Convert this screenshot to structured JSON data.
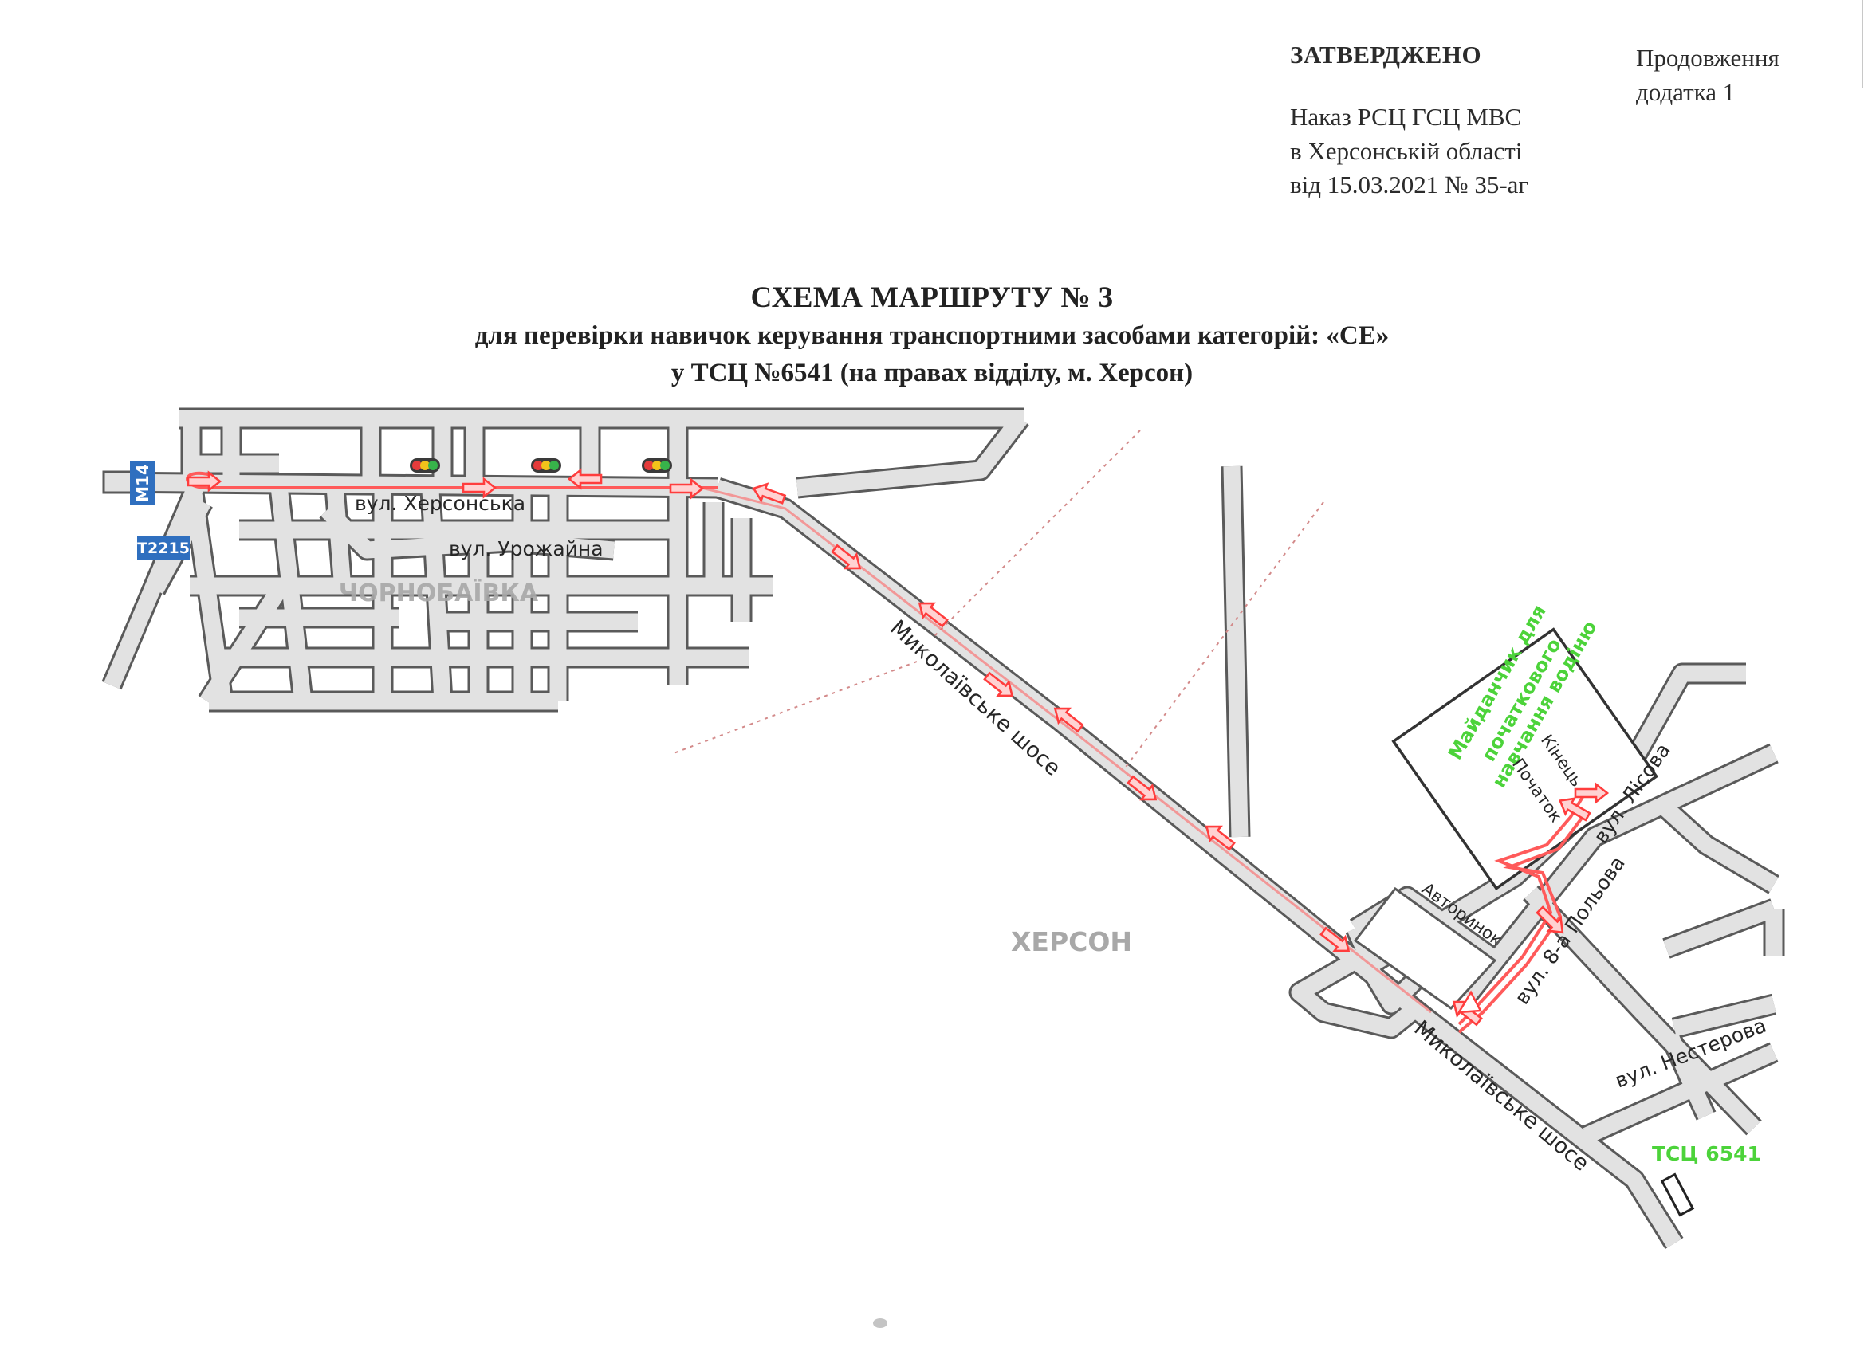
{
  "approval": {
    "heading": "ЗАТВЕРДЖЕНО",
    "line1": "Наказ РСЦ ГСЦ МВС",
    "line2": "в Херсонській області",
    "line3": "від 15.03.2021 № 35-аг"
  },
  "continuation": {
    "line1": "Продовження",
    "line2": "додатка 1"
  },
  "title": {
    "line1": "СХЕМА МАРШРУТУ № 3",
    "line2": "для перевірки навичок керування транспортними засобами категорій: «CE»",
    "line3": "у ТСЦ №6541 (на правах відділу, м. Херсон)"
  },
  "map": {
    "road_badges": {
      "m14": "M14",
      "t2215": "T2215"
    },
    "districts": {
      "chornobaivka": "ЧОРНОБАЇВКА",
      "kherson": "ХЕРСОН"
    },
    "streets": {
      "khersonska": "вул. Херсонська",
      "urozhaina": "вул. Урожайна",
      "mykolaivske_1": "Миколаївське шосе",
      "mykolaivske_2": "Миколаївське шосе",
      "lisova": "вул. Лісова",
      "polova": "вул. 8-а Польова",
      "nesterova": "вул. Нестерова"
    },
    "places": {
      "avtorynok": "Авторинок",
      "training_area_line1": "Майданчик для",
      "training_area_line2": "початкового",
      "training_area_line3": "навчання водіню",
      "end": "Кінець",
      "start": "Початок",
      "tsc": "ТСЦ 6541"
    },
    "colors": {
      "road_fill": "#e2e2e2",
      "road_edge": "#5a5a5a",
      "route": "#ff4d4d",
      "badge": "#2f6fbf",
      "green_text": "#4cd33a",
      "district_text": "#a8a8a8"
    },
    "icons": {
      "traffic_light": "traffic-light-icon",
      "route_arrow": "route-arrow-icon",
      "warning": "warning-triangle-icon"
    }
  }
}
